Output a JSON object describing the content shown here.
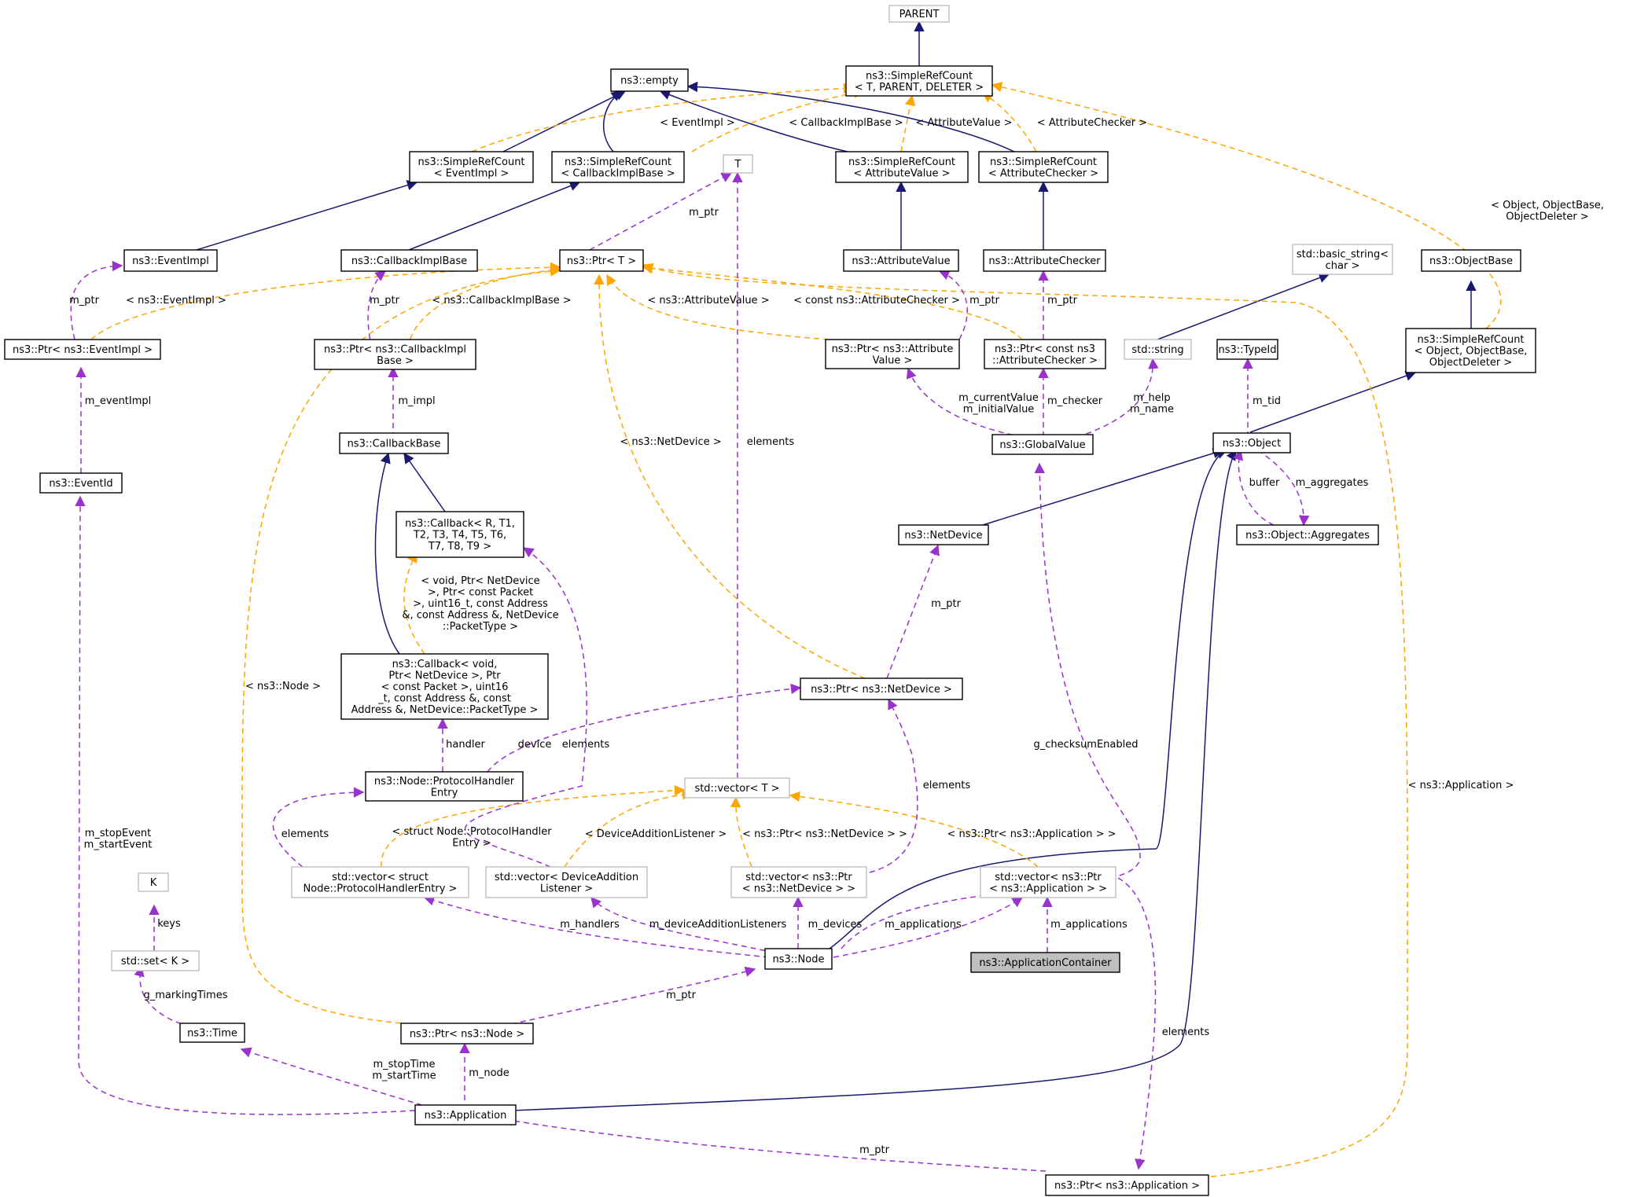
{
  "colors": {
    "inheritance": "#191970",
    "usage": "#9a32cd",
    "template": "#ffa500",
    "external_border": "#bfbfbf",
    "focus_fill": "#bfbfbf"
  },
  "nodes": {
    "parent": [
      "PARENT"
    ],
    "srcTDeleter": [
      "ns3::SimpleRefCount",
      "< T, PARENT, DELETER >"
    ],
    "empty": [
      "ns3::empty"
    ],
    "srcEventImpl": [
      "ns3::SimpleRefCount",
      "< EventImpl >"
    ],
    "srcCallbackImplBase": [
      "ns3::SimpleRefCount",
      "< CallbackImplBase >"
    ],
    "T": [
      "T"
    ],
    "srcAttributeValue": [
      "ns3::SimpleRefCount",
      "< AttributeValue >"
    ],
    "srcAttributeChecker": [
      "ns3::SimpleRefCount",
      "< AttributeChecker >"
    ],
    "eventImpl": [
      "ns3::EventImpl"
    ],
    "callbackImplBase": [
      "ns3::CallbackImplBase"
    ],
    "ptrT": [
      "ns3::Ptr< T >"
    ],
    "attributeValue": [
      "ns3::AttributeValue"
    ],
    "attributeChecker": [
      "ns3::AttributeChecker"
    ],
    "basicString": [
      "std::basic_string<",
      "char >"
    ],
    "objectBase": [
      "ns3::ObjectBase"
    ],
    "ptrEventImpl": [
      "ns3::Ptr< ns3::EventImpl >"
    ],
    "ptrCallbackImpl": [
      "ns3::Ptr< ns3::CallbackImpl",
      "Base >"
    ],
    "ptrAttrValue": [
      "ns3::Ptr< ns3::Attribute",
      "Value >"
    ],
    "ptrAttrChecker": [
      "ns3::Ptr< const ns3",
      "::AttributeChecker >"
    ],
    "stdString": [
      "std::string"
    ],
    "typeId": [
      "ns3::TypeId"
    ],
    "srcObject": [
      "ns3::SimpleRefCount",
      "< Object, ObjectBase,",
      "ObjectDeleter >"
    ],
    "eventId": [
      "ns3::EventId"
    ],
    "callbackBase": [
      "ns3::CallbackBase"
    ],
    "globalValue": [
      "ns3::GlobalValue"
    ],
    "object": [
      "ns3::Object"
    ],
    "callbackR": [
      "ns3::Callback< R, T1,",
      "T2, T3, T4, T5, T6,",
      "T7, T8, T9 >"
    ],
    "netDevice": [
      "ns3::NetDevice"
    ],
    "aggregates": [
      "ns3::Object::Aggregates"
    ],
    "callbackVoid": [
      "ns3::Callback< void,",
      "Ptr< NetDevice >, Ptr",
      "< const Packet >, uint16",
      "_t, const Address &, const",
      "Address &, NetDevice::PacketType >"
    ],
    "ptrNetDevice": [
      "ns3::Ptr< ns3::NetDevice >"
    ],
    "protocolHandler": [
      "ns3::Node::ProtocolHandler",
      "Entry"
    ],
    "vectorT": [
      "std::vector< T >"
    ],
    "K": [
      "K"
    ],
    "vecProtocol": [
      "std::vector< struct",
      "Node::ProtocolHandlerEntry >"
    ],
    "vecDevAdd": [
      "std::vector< DeviceAddition",
      "Listener >"
    ],
    "vecPtrNetDevice": [
      "std::vector< ns3::Ptr",
      "< ns3::NetDevice > >"
    ],
    "vecPtrApp": [
      "std::vector< ns3::Ptr",
      "< ns3::Application > >"
    ],
    "setK": [
      "std::set< K >"
    ],
    "node": [
      "ns3::Node"
    ],
    "appContainer": [
      "ns3::ApplicationContainer"
    ],
    "time": [
      "ns3::Time"
    ],
    "ptrNode": [
      "ns3::Ptr< ns3::Node >"
    ],
    "application": [
      "ns3::Application"
    ],
    "ptrApp": [
      "ns3::Ptr< ns3::Application >"
    ]
  },
  "edge_labels": {
    "eventImplTpl": [
      "< EventImpl >"
    ],
    "callbackImplBaseTpl": [
      "< CallbackImplBase >"
    ],
    "attributeValueTpl": [
      "< AttributeValue >"
    ],
    "attributeCheckerTpl": [
      "< AttributeChecker >"
    ],
    "objectTpl": [
      "< Object, ObjectBase,",
      "ObjectDeleter >"
    ],
    "mptrT": [
      "m_ptr"
    ],
    "mptrEvent": [
      "m_ptr"
    ],
    "nsEventImpl": [
      "< ns3::EventImpl >"
    ],
    "mptrCallback": [
      "m_ptr"
    ],
    "nsCallbackImplBase": [
      "< ns3::CallbackImplBase >"
    ],
    "nsAttributeValue": [
      "< ns3::AttributeValue >"
    ],
    "constChecker": [
      "< const ns3::AttributeChecker >"
    ],
    "mptrAttr": [
      "m_ptr"
    ],
    "mptrChecker": [
      "m_ptr"
    ],
    "mEventImpl": [
      "m_eventImpl"
    ],
    "mImpl": [
      "m_impl"
    ],
    "currentValue": [
      "m_currentValue",
      "m_initialValue"
    ],
    "mChecker": [
      "m_checker"
    ],
    "mHelp": [
      "m_help",
      "m_name"
    ],
    "mTid": [
      "m_tid"
    ],
    "nsNetDevice": [
      "< ns3::NetDevice >"
    ],
    "elementsT": [
      "elements"
    ],
    "buffer": [
      "buffer"
    ],
    "mAggregates": [
      "m_aggregates"
    ],
    "callbackTpl": [
      "< void, Ptr< NetDevice",
      ">, Ptr< const Packet",
      ">, uint16_t, const Address",
      "&, const Address &, NetDevice",
      "::PacketType >"
    ],
    "mptrNetDevice": [
      "m_ptr"
    ],
    "nsNode": [
      "< ns3::Node >"
    ],
    "handler": [
      "handler"
    ],
    "device": [
      "device"
    ],
    "elementsCb": [
      "elements"
    ],
    "checksum": [
      "g_checksumEnabled"
    ],
    "elementsNd": [
      "elements"
    ],
    "nsApplication": [
      "< ns3::Application >"
    ],
    "stopEvent": [
      "m_stopEvent",
      "m_startEvent"
    ],
    "elementsProto": [
      "elements"
    ],
    "structProto": [
      "< struct Node::ProtocolHandler",
      "Entry >"
    ],
    "devAddTpl": [
      "< DeviceAdditionListener >"
    ],
    "ptrNetDevTpl": [
      "< ns3::Ptr< ns3::NetDevice > >"
    ],
    "ptrAppTpl": [
      "< ns3::Ptr< ns3::Application > >"
    ],
    "keys": [
      "keys"
    ],
    "mHandlers": [
      "m_handlers"
    ],
    "mDevAdd": [
      "m_deviceAdditionListeners"
    ],
    "mDevices": [
      "m_devices"
    ],
    "mApplications1": [
      "m_applications"
    ],
    "mApplications2": [
      "m_applications"
    ],
    "markingTimes": [
      "g_markingTimes"
    ],
    "mptrNode": [
      "m_ptr"
    ],
    "elementsApp": [
      "elements"
    ],
    "stopTime": [
      "m_stopTime",
      "m_startTime"
    ],
    "mNode": [
      "m_node"
    ],
    "mptrApp": [
      "m_ptr"
    ]
  }
}
